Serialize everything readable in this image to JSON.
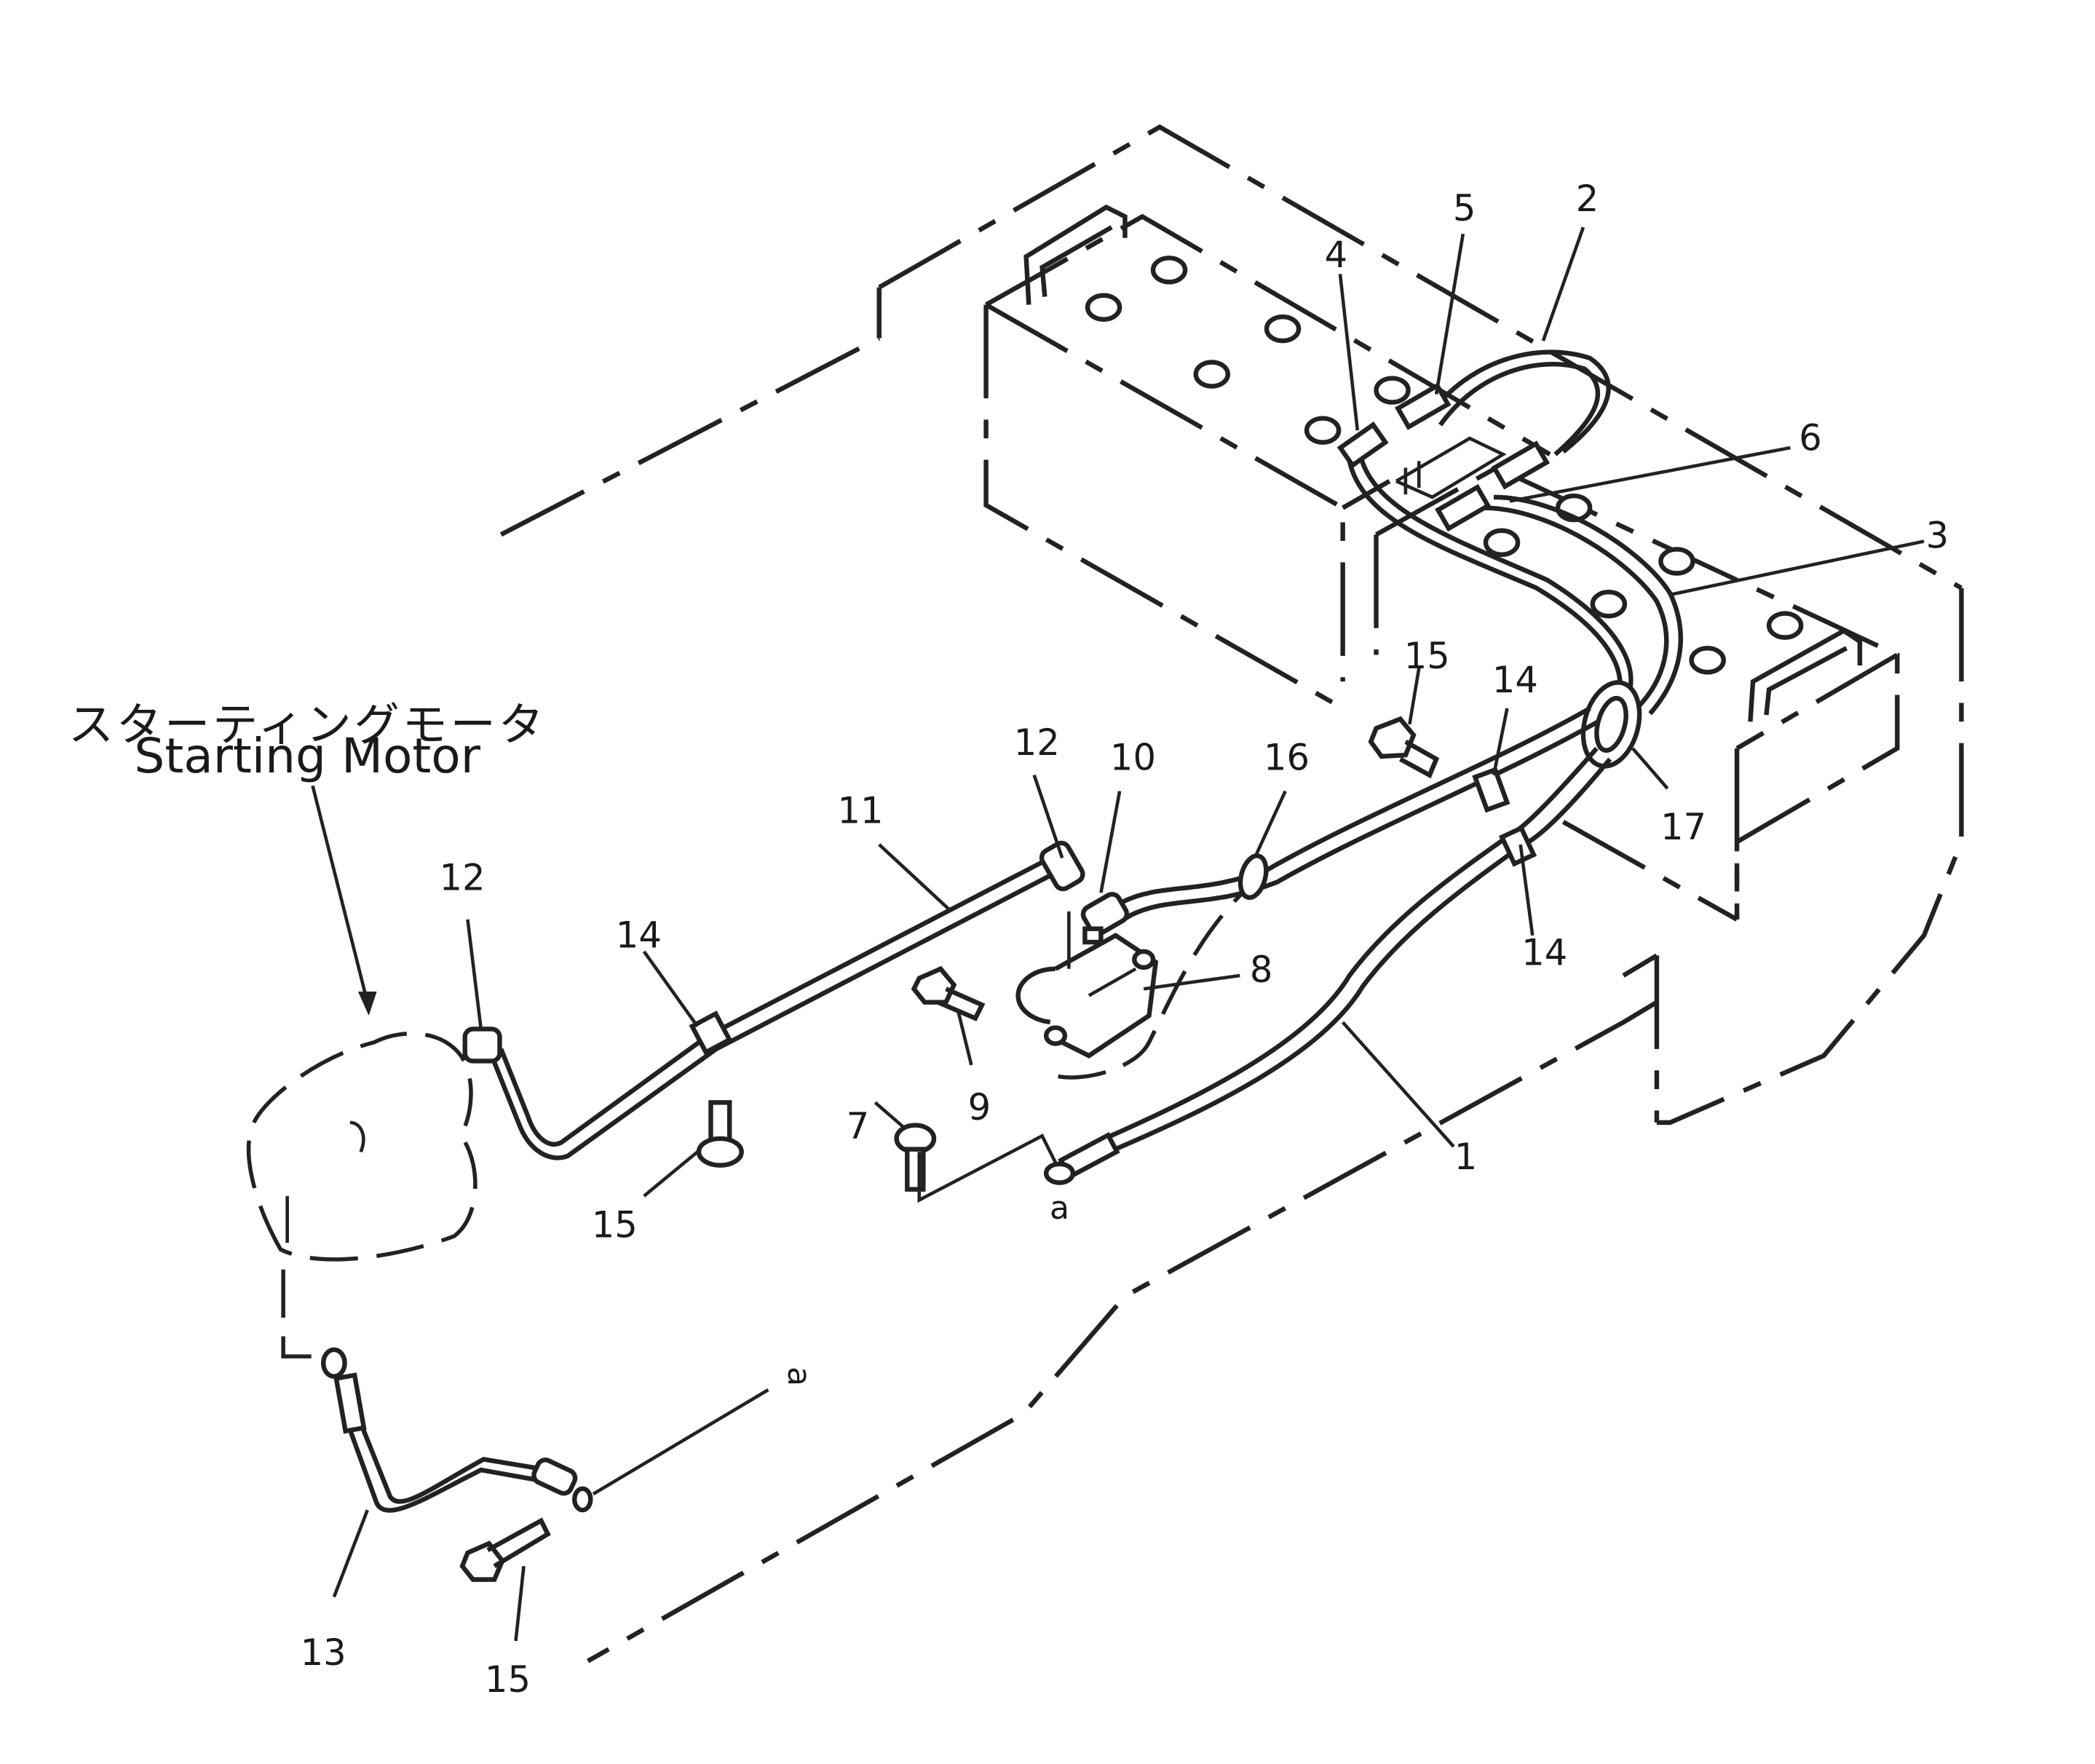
{
  "caption": {
    "starting_motor_ja": "スターティングモータ",
    "starting_motor_en": "Starting Motor"
  },
  "callouts": [
    {
      "id": "c1",
      "text": "1"
    },
    {
      "id": "c2",
      "text": "2"
    },
    {
      "id": "c3",
      "text": "3"
    },
    {
      "id": "c4",
      "text": "4"
    },
    {
      "id": "c5",
      "text": "5"
    },
    {
      "id": "c6",
      "text": "6"
    },
    {
      "id": "c7",
      "text": "7"
    },
    {
      "id": "c8",
      "text": "8"
    },
    {
      "id": "c9",
      "text": "9"
    },
    {
      "id": "c10",
      "text": "10"
    },
    {
      "id": "c11",
      "text": "11"
    },
    {
      "id": "c12a",
      "text": "12"
    },
    {
      "id": "c12b",
      "text": "12"
    },
    {
      "id": "c13",
      "text": "13"
    },
    {
      "id": "c14a",
      "text": "14"
    },
    {
      "id": "c14b",
      "text": "14"
    },
    {
      "id": "c14c",
      "text": "14"
    },
    {
      "id": "c15a",
      "text": "15"
    },
    {
      "id": "c15b",
      "text": "15"
    },
    {
      "id": "c15c",
      "text": "15"
    },
    {
      "id": "c16",
      "text": "16"
    },
    {
      "id": "c17",
      "text": "17"
    }
  ],
  "connection_marks": {
    "a": "a",
    "b": "a"
  }
}
